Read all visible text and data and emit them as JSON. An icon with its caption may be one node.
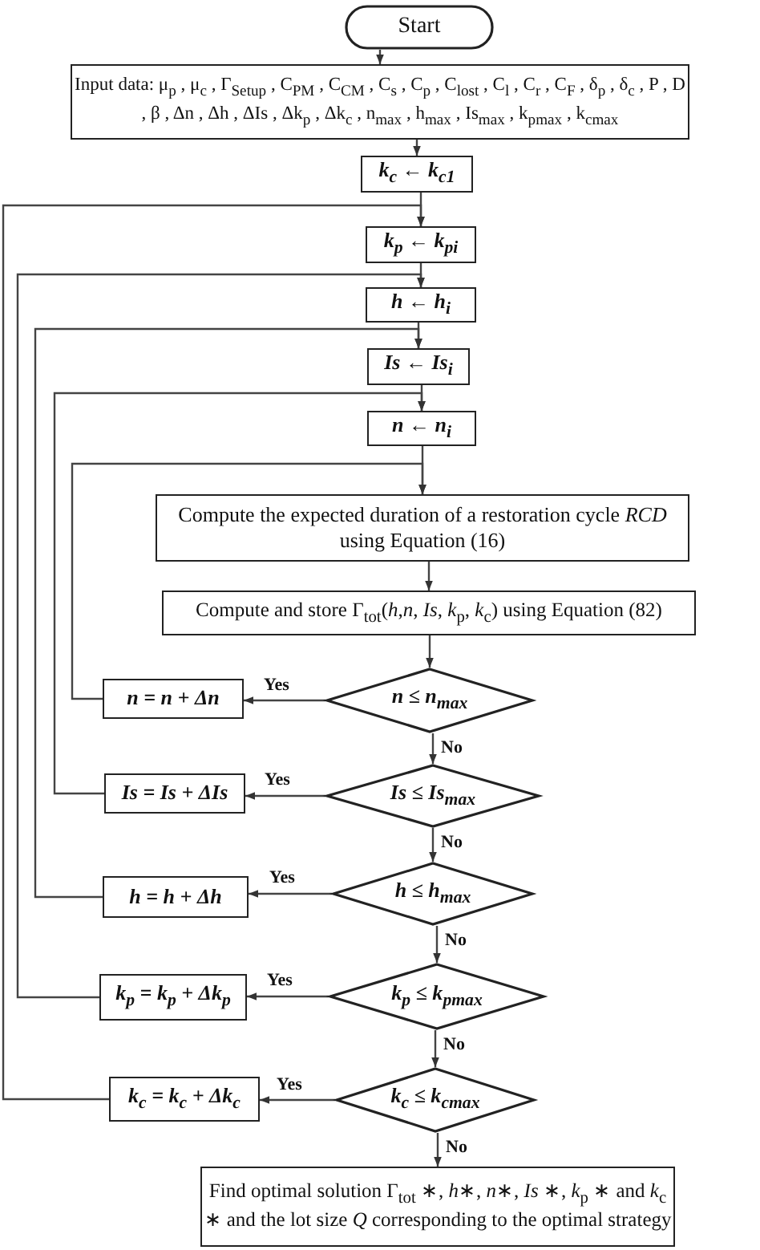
{
  "diagram": {
    "nodes": [
      {
        "text": [
          "Start"
        ]
      },
      {
        "text": [
          "Input data: μ$_{p}$ , μ$_{c}$ , Γ$_{Setup}$ , C$_{PM}$ , C$_{CM}$ , C$_{s}$ , C$_{p}$ , C$_{lost}$ , C$_{l}$ , C$_{r}$ , C$_{F}$ , δ$_{p}$ , δ$_{c}$ , P , D , β , Δn , Δh , ΔIs , Δk$_{p}$ , Δk$_{c}$ , n$_{max}$ , h$_{max}$ , Is$_{max}$ , k$_{pmax}$ , k$_{cmax}$"
        ]
      },
      {
        "text": [
          "k$_{c}$ ← k$_{c1}$"
        ]
      },
      {
        "text": [
          "k$_{p}$ ← k$_{pi}$"
        ]
      },
      {
        "text": [
          "h ← h$_{i}$"
        ]
      },
      {
        "text": [
          "Is ← Is$_{i}$"
        ]
      },
      {
        "text": [
          "n ← n$_{i}$"
        ]
      },
      {
        "text": [
          "Compute the expected duration of a restoration cycle *RCD* using Equation (16)"
        ]
      },
      {
        "text": [
          "Compute and store Γ$_{tot}$(*h*,*n*, *Is*, *k*$_{p}$, *k*$_{c}$) using Equation (82)"
        ]
      },
      {
        "text": [
          "n ≤ n$_{max}$"
        ]
      },
      {
        "text": [
          "n = n + Δn"
        ]
      },
      {
        "text": [
          "Is ≤ Is$_{max}$"
        ]
      },
      {
        "text": [
          "Is = Is + ΔIs"
        ]
      },
      {
        "text": [
          "h ≤ h$_{max}$"
        ]
      },
      {
        "text": [
          "h = h + Δh"
        ]
      },
      {
        "text": [
          "k$_{p}$ ≤ k$_{pmax}$"
        ]
      },
      {
        "text": [
          "k$_{p}$ = k$_{p}$ + Δk$_{p}$"
        ]
      },
      {
        "text": [
          "k$_{c}$ ≤ k$_{cmax}$"
        ]
      },
      {
        "text": [
          "k$_{c}$ = k$_{c}$ + Δk$_{c}$"
        ]
      },
      {
        "text": [
          "Find optimal solution Γ$_{tot}$ ∗, *h*∗, *n*∗, *Is* ∗, *k*$_{p}$ ∗ and *k*$_{c}$ ∗ and the lot size *Q* corresponding to the optimal strategy"
        ]
      }
    ],
    "edges": [
      {
        "from": 0,
        "to": 1,
        "arrow": "to"
      },
      {
        "from": 1,
        "to": 2,
        "arrow": "to"
      },
      {
        "from": 2,
        "to": 3,
        "arrow": "to"
      },
      {
        "from": 3,
        "to": 4,
        "arrow": "to"
      },
      {
        "from": 4,
        "to": 5,
        "arrow": "to"
      },
      {
        "from": 5,
        "to": 6,
        "arrow": "to"
      },
      {
        "from": 6,
        "to": 7,
        "arrow": "to"
      },
      {
        "from": 7,
        "to": 8,
        "arrow": "to"
      },
      {
        "from": 8,
        "to": 9,
        "arrow": "to"
      },
      {
        "from": 9,
        "to": 10,
        "arrow": "to",
        "label": "Yes"
      },
      {
        "from": 9,
        "to": 11,
        "arrow": "to",
        "label": "No"
      },
      {
        "from": 10,
        "to": 7,
        "arrow": "to"
      },
      {
        "from": 11,
        "to": 12,
        "arrow": "to",
        "label": "Yes"
      },
      {
        "from": 11,
        "to": 13,
        "arrow": "to",
        "label": "No"
      },
      {
        "from": 12,
        "to": 6,
        "arrow": "to"
      },
      {
        "from": 13,
        "to": 14,
        "arrow": "to",
        "label": "Yes"
      },
      {
        "from": 13,
        "to": 15,
        "arrow": "to",
        "label": "No"
      },
      {
        "from": 14,
        "to": 5,
        "arrow": "to"
      },
      {
        "from": 15,
        "to": 16,
        "arrow": "to",
        "label": "Yes"
      },
      {
        "from": 15,
        "to": 17,
        "arrow": "to",
        "label": "No"
      },
      {
        "from": 16,
        "to": 4,
        "arrow": "to"
      },
      {
        "from": 17,
        "to": 18,
        "arrow": "to",
        "label": "Yes"
      },
      {
        "from": 17,
        "to": 19,
        "arrow": "to",
        "label": "No"
      },
      {
        "from": 18,
        "to": 3,
        "arrow": "to"
      }
    ]
  }
}
